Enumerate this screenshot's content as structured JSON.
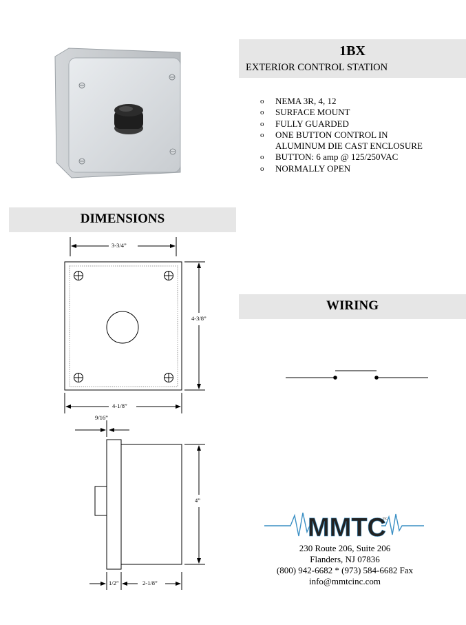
{
  "product": {
    "model": "1BX",
    "subtitle": "EXTERIOR CONTROL STATION"
  },
  "features": [
    "NEMA 3R, 4, 12",
    "SURFACE MOUNT",
    "FULLY GUARDED",
    "ONE BUTTON CONTROL  IN",
    "ALUMINUM DIE CAST ENCLOSURE",
    "BUTTON: 6 amp @ 125/250VAC",
    "NORMALLY OPEN"
  ],
  "bullet_glyph": "o",
  "sections": {
    "dimensions": "DIMENSIONS",
    "wiring": "WIRING"
  },
  "dimensions": {
    "front_width": "3-3/4”",
    "front_height": "4-3/8”",
    "overall_width": "4-1/8”",
    "flange": "9/16”",
    "side_height": "4”",
    "button_depth": "1/2”",
    "body_depth": "2-1/8”"
  },
  "logo": {
    "text": "MMTC",
    "small": "Inc."
  },
  "contact": {
    "address1": "230 Route 206, Suite 206",
    "address2": "Flanders, NJ 07836",
    "phone": "(800) 942-6682 * (973) 584-6682 Fax",
    "email": "info@mmtcinc.com"
  },
  "colors": {
    "bar": "#e6e6e6",
    "logo_wave": "#3a8fc4",
    "logo_text": "#222222"
  }
}
